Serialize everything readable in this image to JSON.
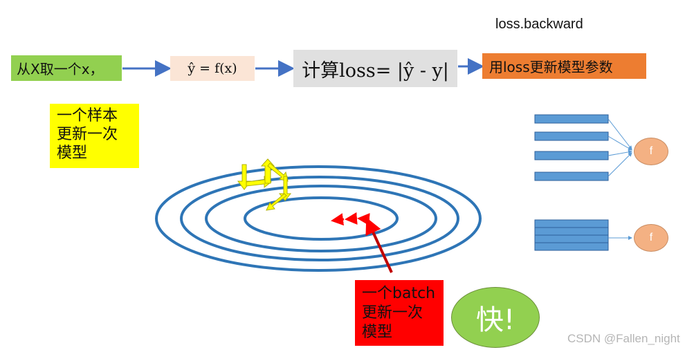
{
  "caption": "loss.backward",
  "steps": {
    "sample": "从X取一个x，",
    "forward": "ŷ = f(x)",
    "loss": "计算loss= |ŷ - y|",
    "update": "用loss更新模型参数"
  },
  "notes": {
    "per_sample": "一个样本\n更新一次\n模型",
    "per_batch": "一个batch\n更新一次\n模型",
    "fast": "快!"
  },
  "nodes": {
    "f_top": "f",
    "f_bottom": "f"
  },
  "watermark": "CSDN @Fallen_night",
  "colors": {
    "green": "#92d050",
    "peach": "#fbe5d6",
    "gray": "#e0e0e0",
    "orange": "#ed7d31",
    "yellow": "#ffff00",
    "red": "#ff0000",
    "blue": "#4472c4",
    "contour": "#2e75b6"
  }
}
